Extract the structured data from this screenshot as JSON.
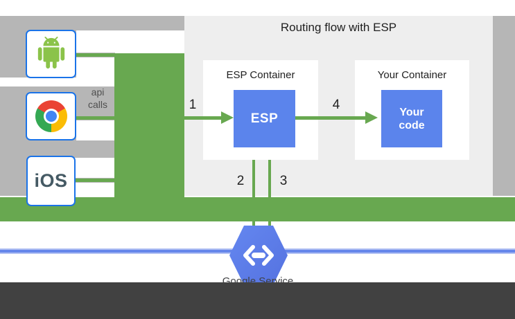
{
  "diagram": {
    "title": "Routing flow with ESP",
    "esp_container": {
      "label": "ESP Container",
      "box_label": "ESP"
    },
    "your_container": {
      "label": "Your Container",
      "box_label": "Your\ncode"
    },
    "steps": {
      "s1": "1",
      "s2": "2",
      "s3": "3",
      "s4": "4"
    }
  },
  "clients": {
    "android_icon": "android-robot",
    "chrome_icon": "chrome-browser",
    "ios_label": "iOS",
    "api_calls_line1": "api",
    "api_calls_line2": "calls"
  },
  "bottom": {
    "service_label": "Google Service",
    "hexagon_icon": "cloud-endpoints-code-brackets"
  },
  "colors": {
    "green": "#68a850",
    "blue_box": "#5b84ec",
    "panel_gray": "#b6b6b6",
    "panel_bg": "#eeeeee",
    "hexagon_blue": "#5b7ce8",
    "network_line_blue": "#6586ea",
    "footer_gray": "#414141",
    "client_border_blue": "#1a73e8"
  }
}
